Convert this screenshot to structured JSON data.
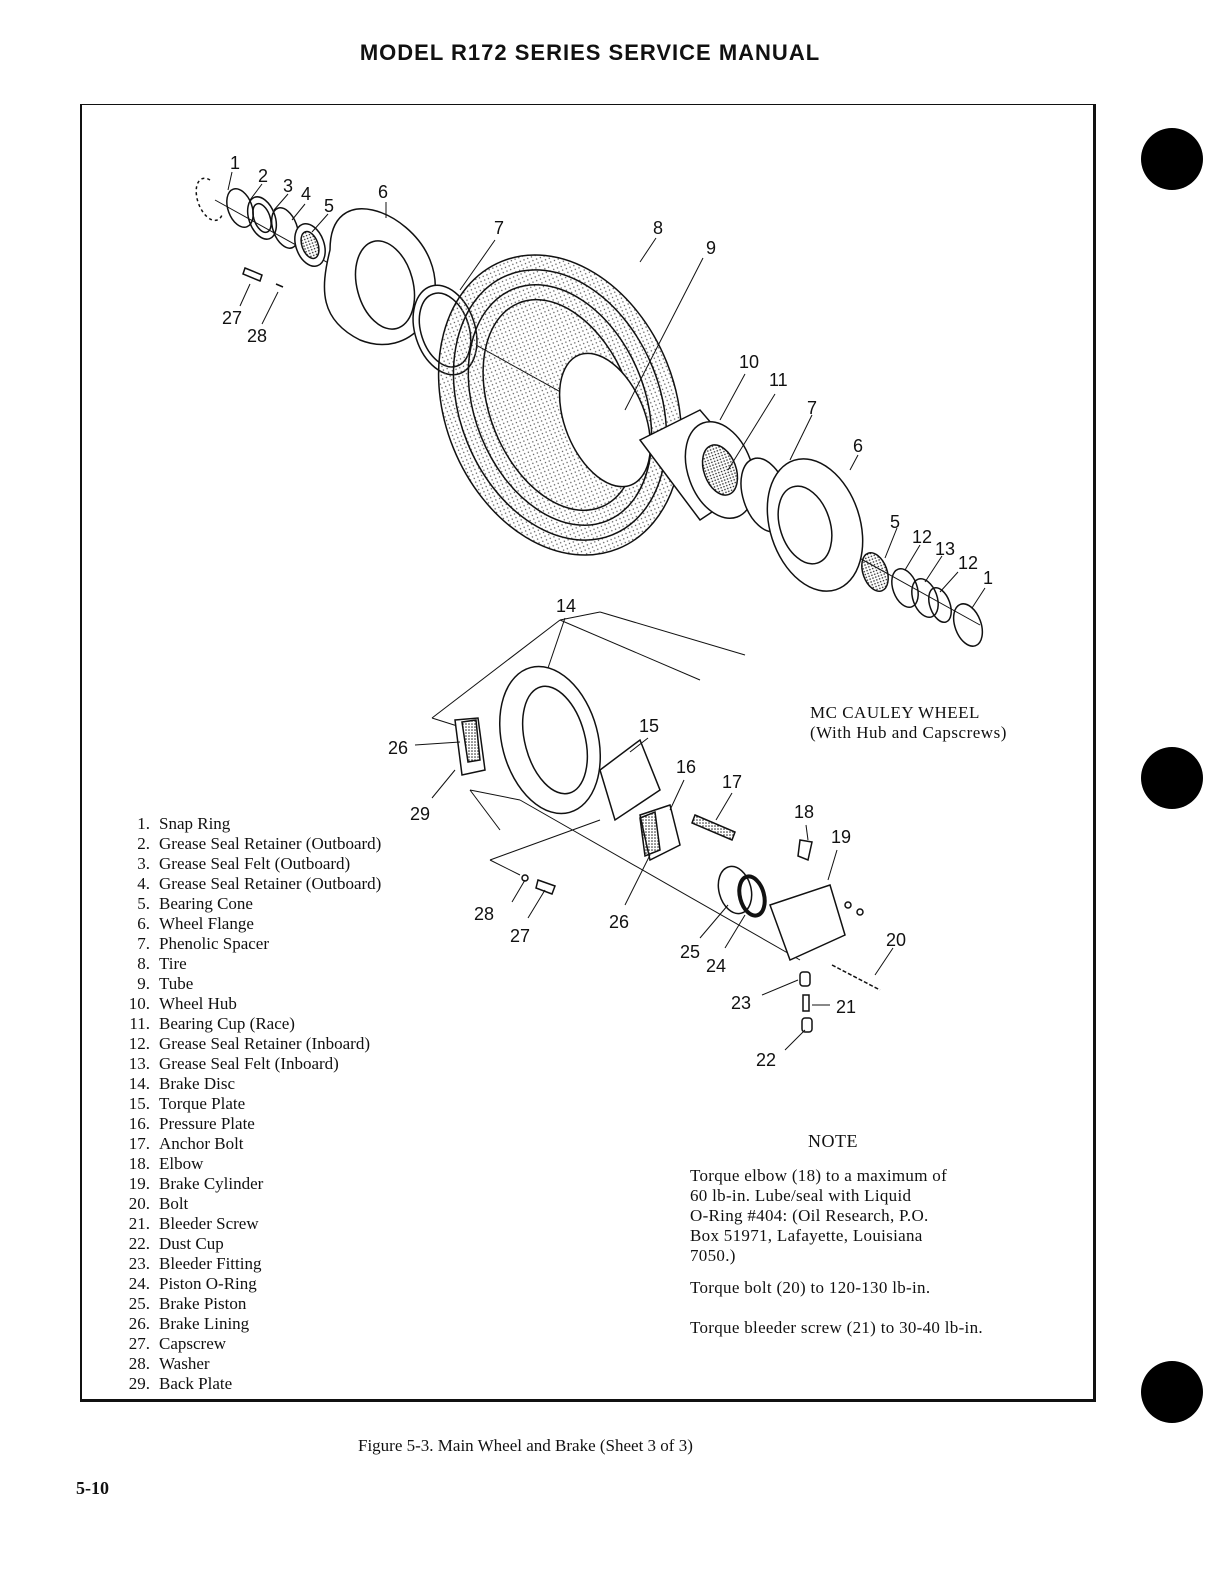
{
  "header": {
    "title": "MODEL R172 SERIES SERVICE MANUAL"
  },
  "callouts": {
    "c1a": "1",
    "c2": "2",
    "c3": "3",
    "c4": "4",
    "c5a": "5",
    "c6a": "6",
    "c7a": "7",
    "c8": "8",
    "c9": "9",
    "c10": "10",
    "c11": "11",
    "c7b": "7",
    "c6b": "6",
    "c5b": "5",
    "c12a": "12",
    "c13": "13",
    "c12b": "12",
    "c1b": "1",
    "c27a": "27",
    "c28a": "28",
    "c14": "14",
    "c15": "15",
    "c26a": "26",
    "c16": "16",
    "c17": "17",
    "c29": "29",
    "c18": "18",
    "c19": "19",
    "c28b": "28",
    "c27b": "27",
    "c26b": "26",
    "c25": "25",
    "c24": "24",
    "c20": "20",
    "c23": "23",
    "c21": "21",
    "c22": "22"
  },
  "wheel_caption": {
    "line1": "MC CAULEY WHEEL",
    "line2": "(With Hub and Capscrews)"
  },
  "parts": [
    {
      "num": "1.",
      "name": "Snap Ring"
    },
    {
      "num": "2.",
      "name": "Grease Seal Retainer (Outboard)"
    },
    {
      "num": "3.",
      "name": "Grease Seal Felt (Outboard)"
    },
    {
      "num": "4.",
      "name": "Grease Seal Retainer (Outboard)"
    },
    {
      "num": "5.",
      "name": "Bearing Cone"
    },
    {
      "num": "6.",
      "name": "Wheel Flange"
    },
    {
      "num": "7.",
      "name": "Phenolic Spacer"
    },
    {
      "num": "8.",
      "name": "Tire"
    },
    {
      "num": "9.",
      "name": "Tube"
    },
    {
      "num": "10.",
      "name": "Wheel Hub"
    },
    {
      "num": "11.",
      "name": "Bearing Cup (Race)"
    },
    {
      "num": "12.",
      "name": "Grease Seal Retainer (Inboard)"
    },
    {
      "num": "13.",
      "name": "Grease Seal Felt (Inboard)"
    },
    {
      "num": "14.",
      "name": "Brake Disc"
    },
    {
      "num": "15.",
      "name": "Torque Plate"
    },
    {
      "num": "16.",
      "name": "Pressure Plate"
    },
    {
      "num": "17.",
      "name": "Anchor Bolt"
    },
    {
      "num": "18.",
      "name": "Elbow"
    },
    {
      "num": "19.",
      "name": "Brake Cylinder"
    },
    {
      "num": "20.",
      "name": "Bolt"
    },
    {
      "num": "21.",
      "name": "Bleeder Screw"
    },
    {
      "num": "22.",
      "name": "Dust Cup"
    },
    {
      "num": "23.",
      "name": "Bleeder Fitting"
    },
    {
      "num": "24.",
      "name": "Piston O-Ring"
    },
    {
      "num": "25.",
      "name": "Brake Piston"
    },
    {
      "num": "26.",
      "name": "Brake Lining"
    },
    {
      "num": "27.",
      "name": "Capscrew"
    },
    {
      "num": "28.",
      "name": "Washer"
    },
    {
      "num": "29.",
      "name": "Back Plate"
    }
  ],
  "note": {
    "heading": "NOTE",
    "p1_l1": "Torque elbow (18) to a maximum of",
    "p1_l2": "60 lb-in.  Lube/seal with Liquid",
    "p1_l3": "O-Ring #404: (Oil Research, P.O.",
    "p1_l4": "Box 51971, Lafayette, Louisiana",
    "p1_l5": "7050.)",
    "p2": "Torque bolt (20) to 120-130 lb-in.",
    "p3": "Torque bleeder screw (21) to 30-40 lb-in."
  },
  "figure_caption": "Figure 5-3.   Main Wheel and Brake  (Sheet 3 of 3)",
  "page_number": "5-10"
}
